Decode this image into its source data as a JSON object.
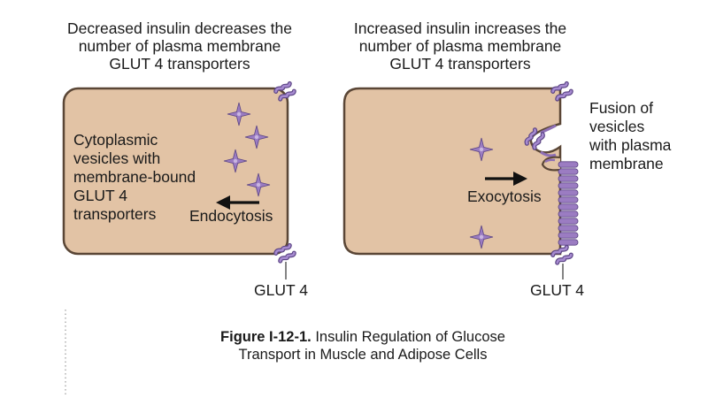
{
  "left_panel": {
    "header_lines": [
      "Decreased insulin decreases the",
      "number of plasma membrane",
      "GLUT 4 transporters"
    ],
    "cytoplasm_lines": [
      "Cytoplasmic",
      "vesicles with",
      "membrane-bound",
      "GLUT 4",
      "transporters"
    ],
    "arrow_label": "Endocytosis",
    "transporter_label": "GLUT 4"
  },
  "right_panel": {
    "header_lines": [
      "Increased insulin increases the",
      "number of plasma membrane",
      "GLUT 4 transporters"
    ],
    "fusion_lines": [
      "Fusion of",
      "vesicles",
      "with plasma",
      "membrane"
    ],
    "arrow_label": "Exocytosis",
    "transporter_label": "GLUT 4"
  },
  "caption": {
    "figure_label": "Figure I-12-1.",
    "title_line1": " Insulin Regulation of Glucose",
    "title_line2": "Transport in Muscle and Adipose Cells"
  },
  "colors": {
    "cell_fill": "#e2c3a5",
    "cell_border": "#5a4636",
    "transporter": "#8e6fb5",
    "transporter_stroke": "#5c4585",
    "arrow": "#111111",
    "dotted_line": "#9a9a9a"
  }
}
